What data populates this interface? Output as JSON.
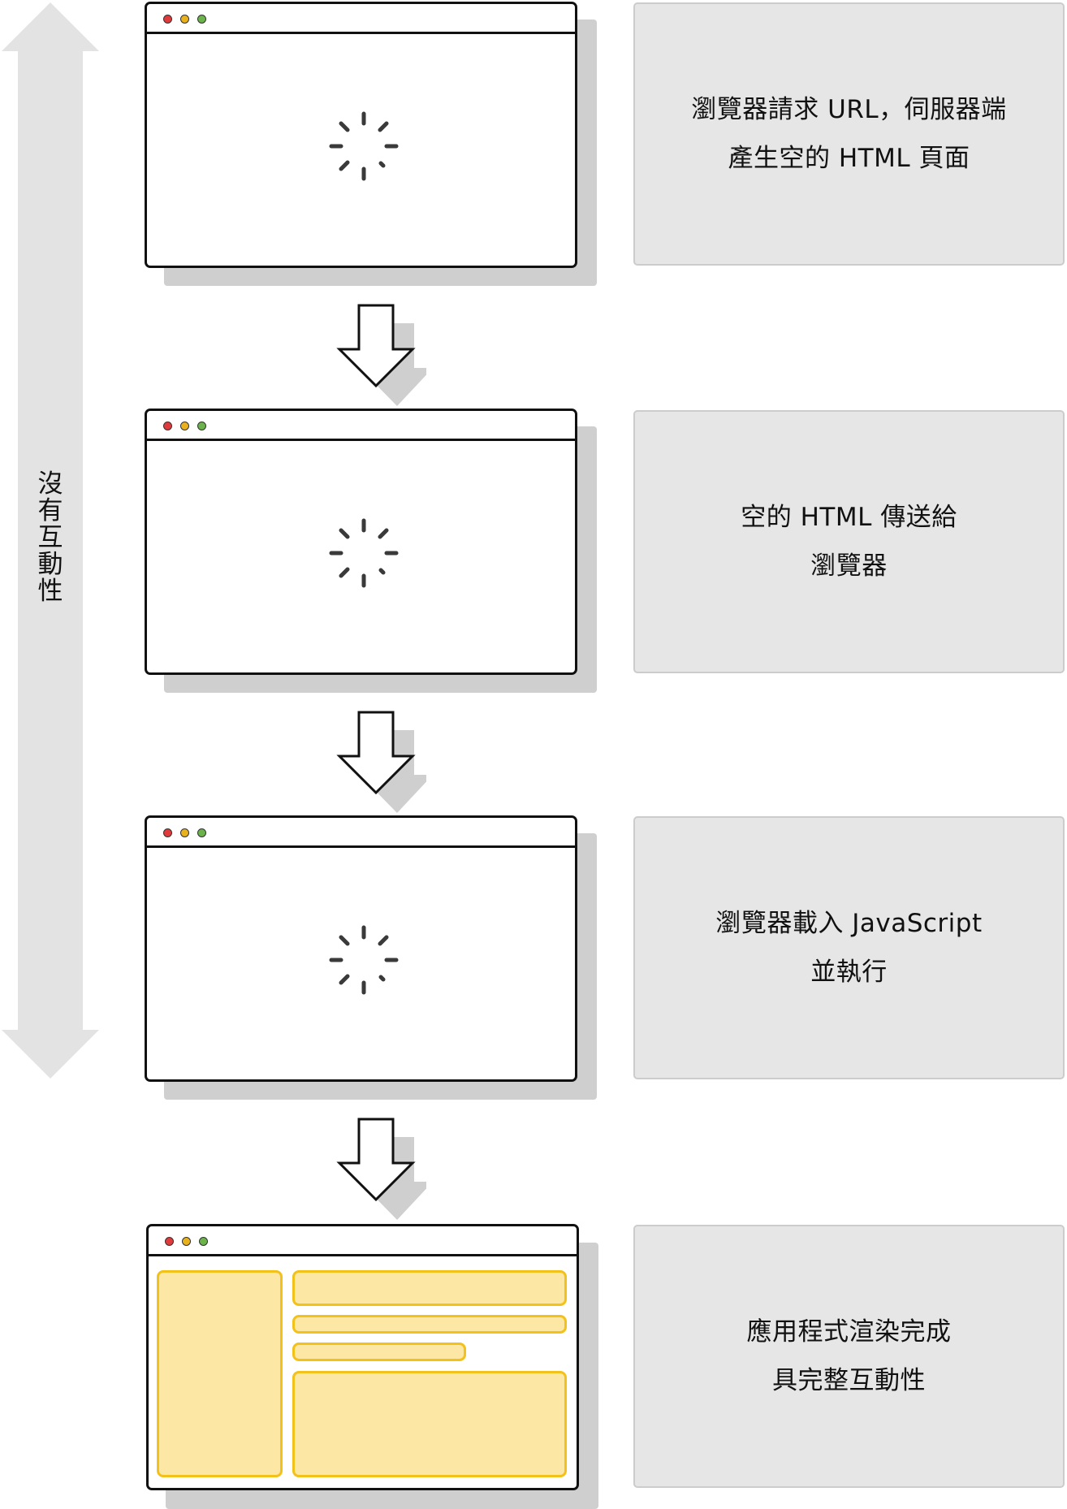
{
  "side_label": "沒有互動性",
  "steps": [
    {
      "lines": [
        "瀏覽器請求 URL，伺服器端",
        "產生空的 HTML 頁面"
      ]
    },
    {
      "lines": [
        "空的 HTML 傳送給",
        "瀏覽器"
      ]
    },
    {
      "lines": [
        "瀏覽器載入 JavaScript",
        "並執行"
      ]
    },
    {
      "lines": [
        "應用程式渲染完成",
        "具完整互動性"
      ]
    }
  ],
  "colors": {
    "window_dot_red": "#e03a3a",
    "window_dot_yellow": "#e9b21d",
    "window_dot_green": "#6bb34a",
    "placeholder_fill": "#fde7a5",
    "placeholder_border": "#f2c21b",
    "step_box_fill": "#e6e6e6",
    "shadow": "#cfcfcf"
  },
  "icons": [
    "loading-spinner-icon",
    "down-arrow-icon",
    "double-arrow-icon"
  ]
}
